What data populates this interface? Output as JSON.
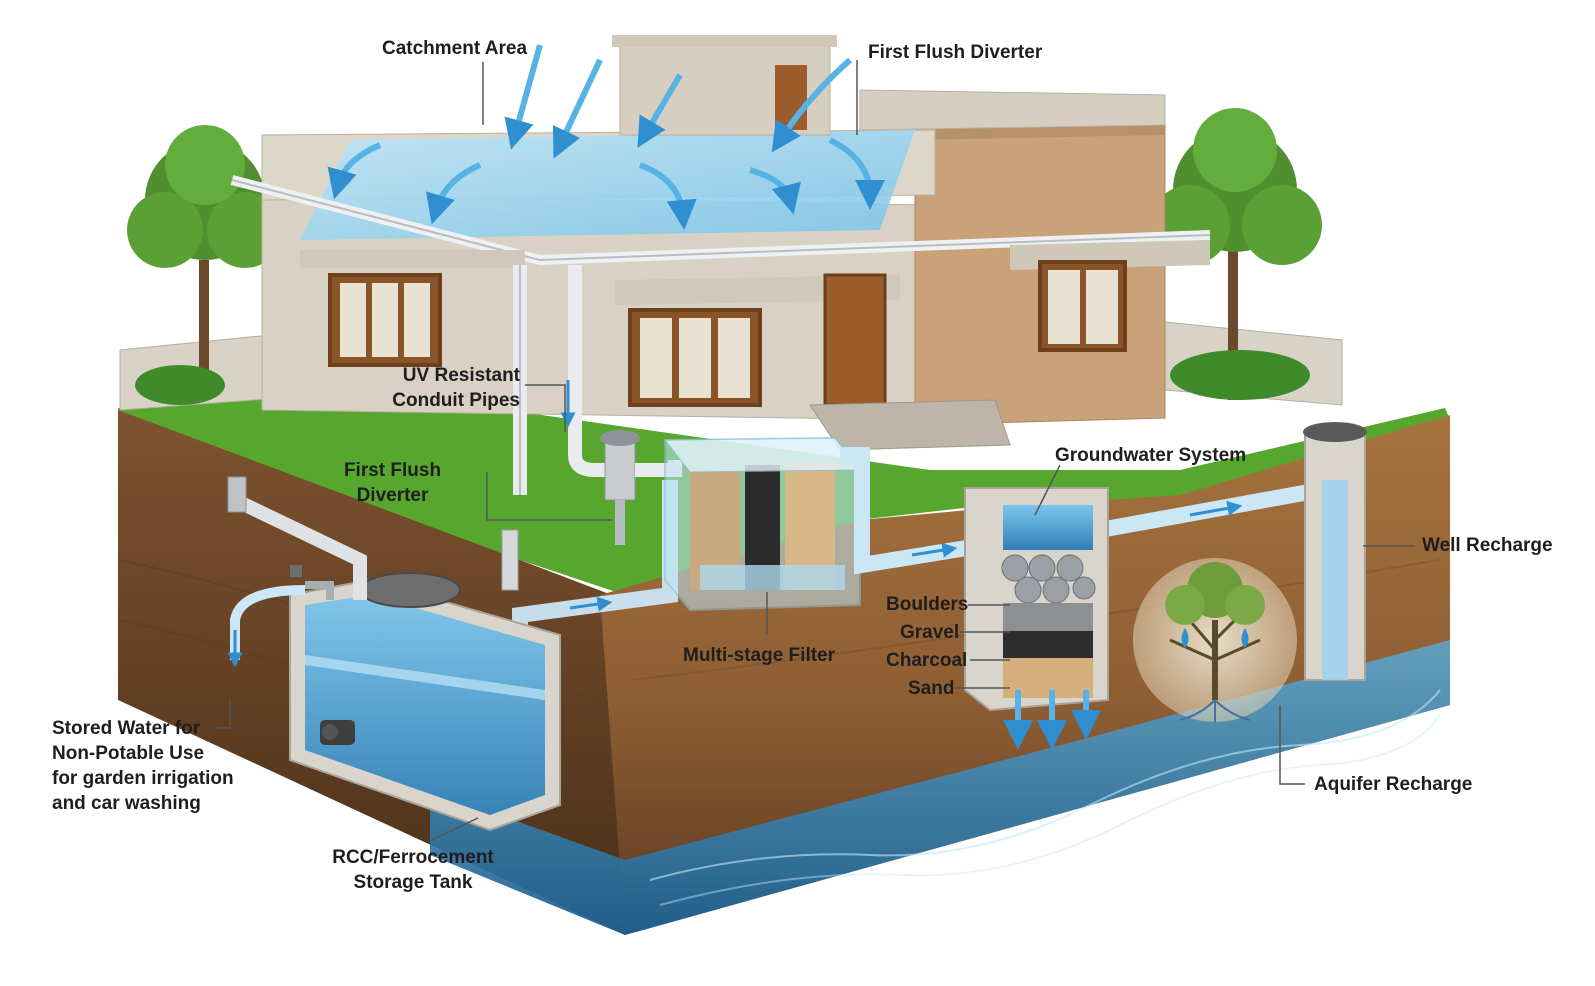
{
  "labels": {
    "catchment_area": "Catchment Area",
    "first_flush_roof": "First Flush Diverter",
    "uv_pipes": [
      "UV Resistant",
      "Conduit Pipes"
    ],
    "first_flush_ground": [
      "First Flush",
      "Diverter"
    ],
    "groundwater_system": "Groundwater System",
    "well_recharge": "Well Recharge",
    "boulders": "Boulders",
    "gravel": "Gravel",
    "charcoal": "Charcoal",
    "sand": "Sand",
    "multi_stage_filter": "Multi-stage Filter",
    "stored_water": [
      "Stored Water for",
      "Non-Potable Use",
      "for garden irrigation",
      "and car washing"
    ],
    "storage_tank": [
      "RCC/Ferrocement",
      "Storage Tank"
    ],
    "aquifer_recharge": "Aquifer Recharge"
  },
  "colors": {
    "soil": "#9a6a3c",
    "soil_dark": "#6b4424",
    "grass": "#4c9a2a",
    "water": "#4fa8d8",
    "wall": "#d9d2c4",
    "brick_wall": "#c7a27a",
    "pipe": "#e6e8ea",
    "sky_bg": "#ffffff",
    "leader": "#555555"
  },
  "icons": [
    "tree-icon",
    "water-drop-icon",
    "arrow-down-icon",
    "tap-icon",
    "pump-icon"
  ]
}
